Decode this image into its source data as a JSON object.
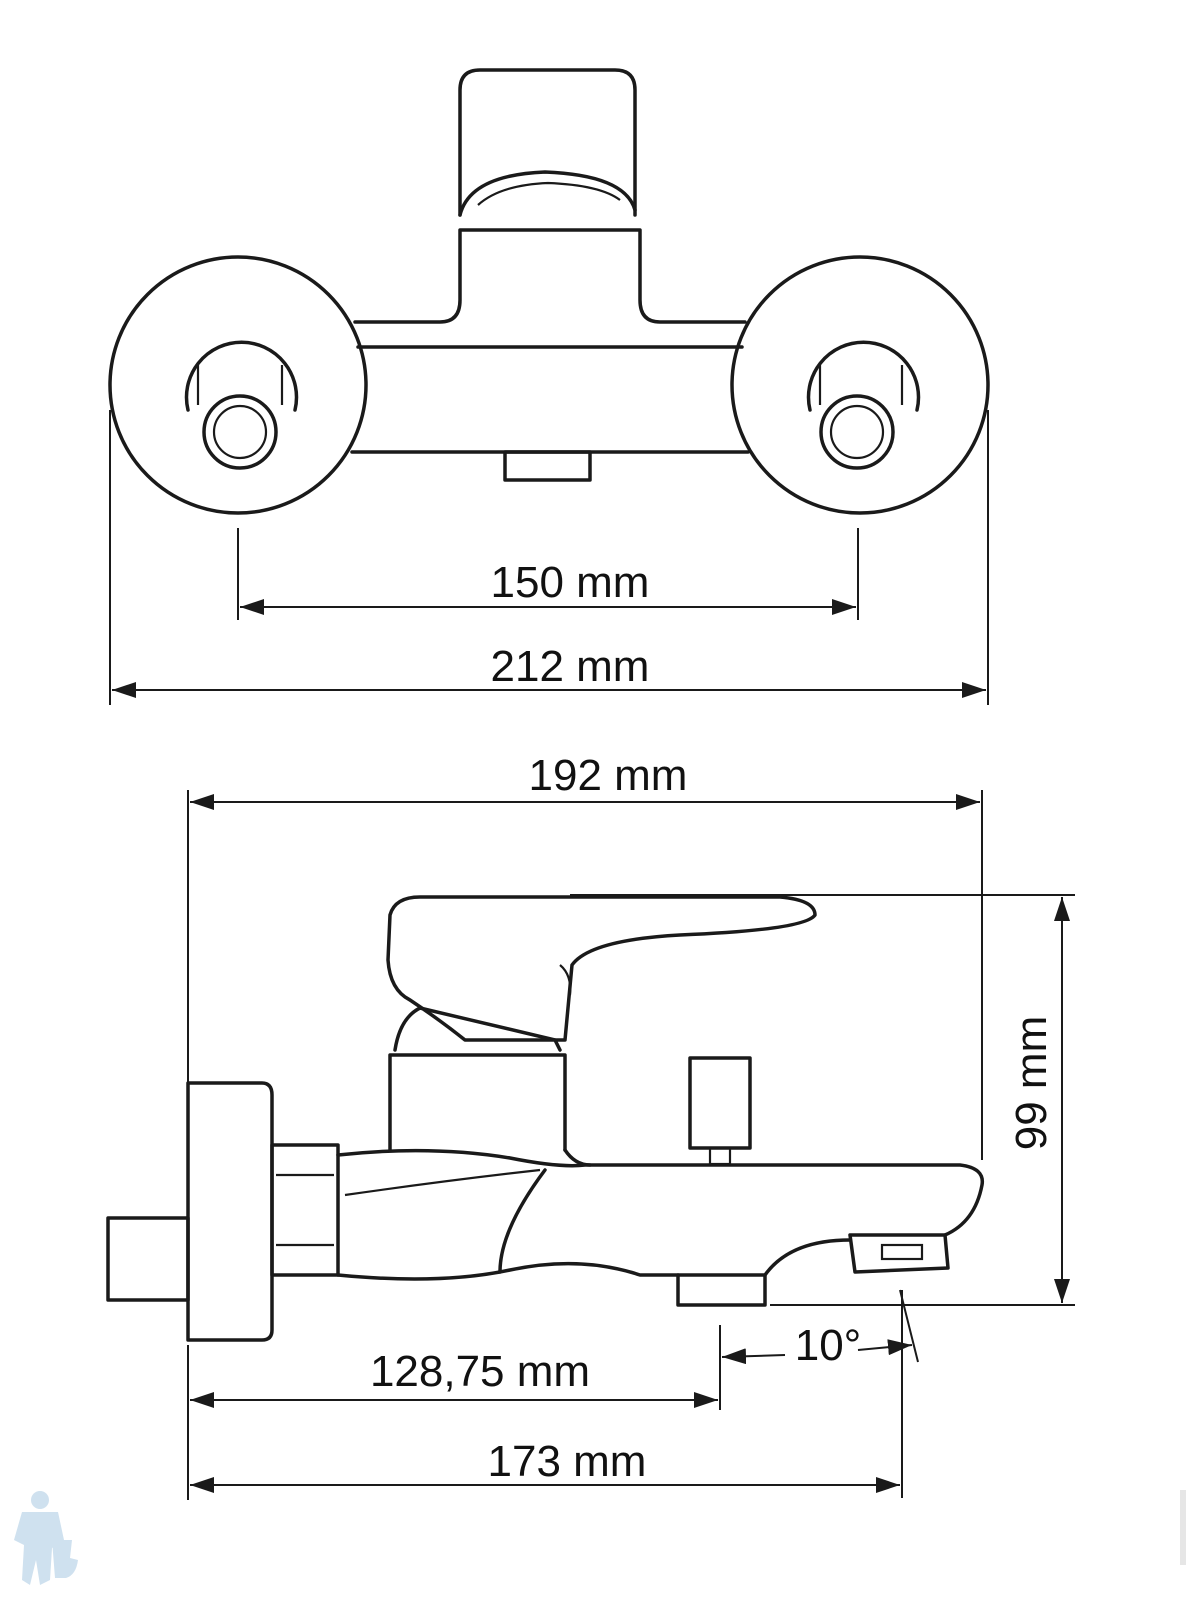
{
  "title": "Bath mixer dimensional drawing",
  "top_view": {
    "dimensions": {
      "inlet_spacing": "150 mm",
      "overall_width": "212 mm"
    }
  },
  "side_view": {
    "dimensions": {
      "overall_depth": "192 mm",
      "height": "99 mm",
      "outlet_distance": "128,75 mm",
      "spout_reach": "173 mm",
      "spout_angle": "10°"
    }
  },
  "colors": {
    "line": "#1a1a1a",
    "watermark": "#cfe1ef"
  },
  "watermark": {
    "logo": "plumber-mascot-logo",
    "text": "vertical site watermark"
  }
}
